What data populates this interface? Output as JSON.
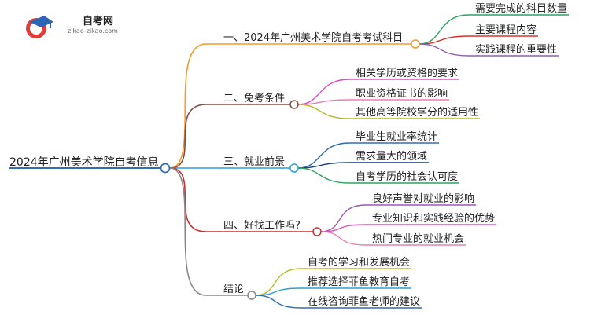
{
  "logo": {
    "title": "自考网",
    "url": "zikao-zikao.com"
  },
  "root": "2024年广州美术学院自考信息",
  "branches": [
    {
      "label": "一、2024年广州美术学院自考考试科目",
      "color": "#f39c2c",
      "children": [
        {
          "label": "需要完成的科目数量",
          "color": "#2ca25f"
        },
        {
          "label": "主要课程内容",
          "color": "#e0302a"
        },
        {
          "label": "实践课程的重要性",
          "color": "#8e5fb3"
        }
      ]
    },
    {
      "label": "二、免考条件",
      "color": "#8a4b3c",
      "children": [
        {
          "label": "相关学历或资格的要求",
          "color": "#e04fc0"
        },
        {
          "label": "职业资格证书的影响",
          "color": "#e87fb6"
        },
        {
          "label": "其他高等院校学分的适用性",
          "color": "#b5b82a"
        }
      ]
    },
    {
      "label": "三、就业前景",
      "color": "#2a9fd6",
      "children": [
        {
          "label": "毕业生就业率统计",
          "color": "#2f6fb0"
        },
        {
          "label": "需求量大的领域",
          "color": "#153d7a"
        },
        {
          "label": "自考学历的社会认可度",
          "color": "#2ca25f"
        }
      ]
    },
    {
      "label": "四、好找工作吗?",
      "color": "#c92f2f",
      "children": [
        {
          "label": "良好声誉对就业的影响",
          "color": "#9b59b6"
        },
        {
          "label": "专业知识和实践经验的优势",
          "color": "#e04fc0"
        },
        {
          "label": "热门专业的就业机会",
          "color": "#e87fb6"
        }
      ]
    },
    {
      "label": "结论",
      "color": "#888888",
      "children": [
        {
          "label": "自考的学习和发展机会",
          "color": "#b5b82a"
        },
        {
          "label": "推荐选择菲鱼教育自考",
          "color": "#2a9fd6"
        },
        {
          "label": "在线咨询菲鱼老师的建议",
          "color": "#2f6fb0"
        }
      ]
    }
  ],
  "root_color": "#2f6fb0"
}
